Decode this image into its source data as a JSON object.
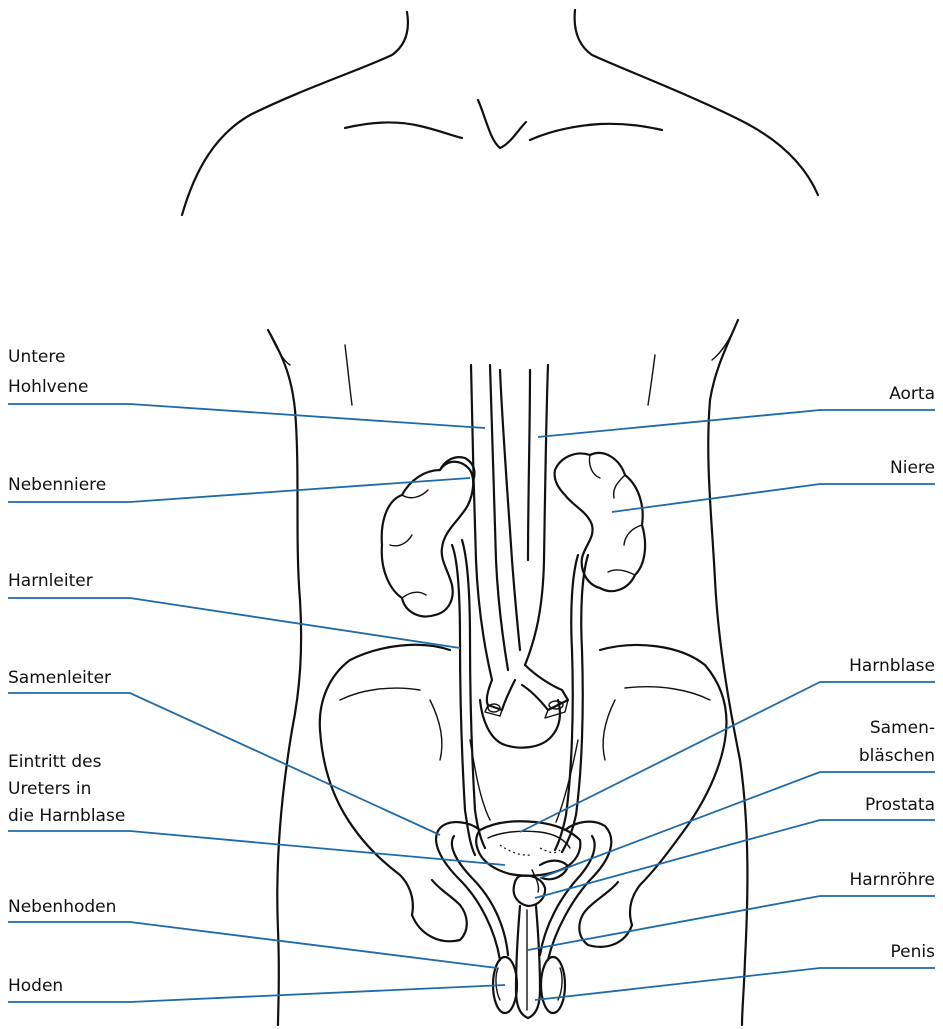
{
  "colors": {
    "leader_line": "#1f6aa8",
    "ink": "#111111",
    "background": "#ffffff"
  },
  "labels": {
    "left": {
      "untere_hohlvene": [
        "Untere",
        "Hohlvene"
      ],
      "nebenniere": "Nebenniere",
      "harnleiter": "Harnleiter",
      "samenleiter": "Samenleiter",
      "eintritt": [
        "Eintritt des",
        "Ureters in",
        "die Harnblase"
      ],
      "nebenhoden": "Nebenhoden",
      "hoden": "Hoden"
    },
    "right": {
      "aorta": "Aorta",
      "niere": "Niere",
      "harnblase": "Harnblase",
      "samenblaeschen": [
        "Samen-",
        "bläschen"
      ],
      "prostata": "Prostata",
      "harnroehre": "Harnröhre",
      "penis": "Penis"
    }
  }
}
